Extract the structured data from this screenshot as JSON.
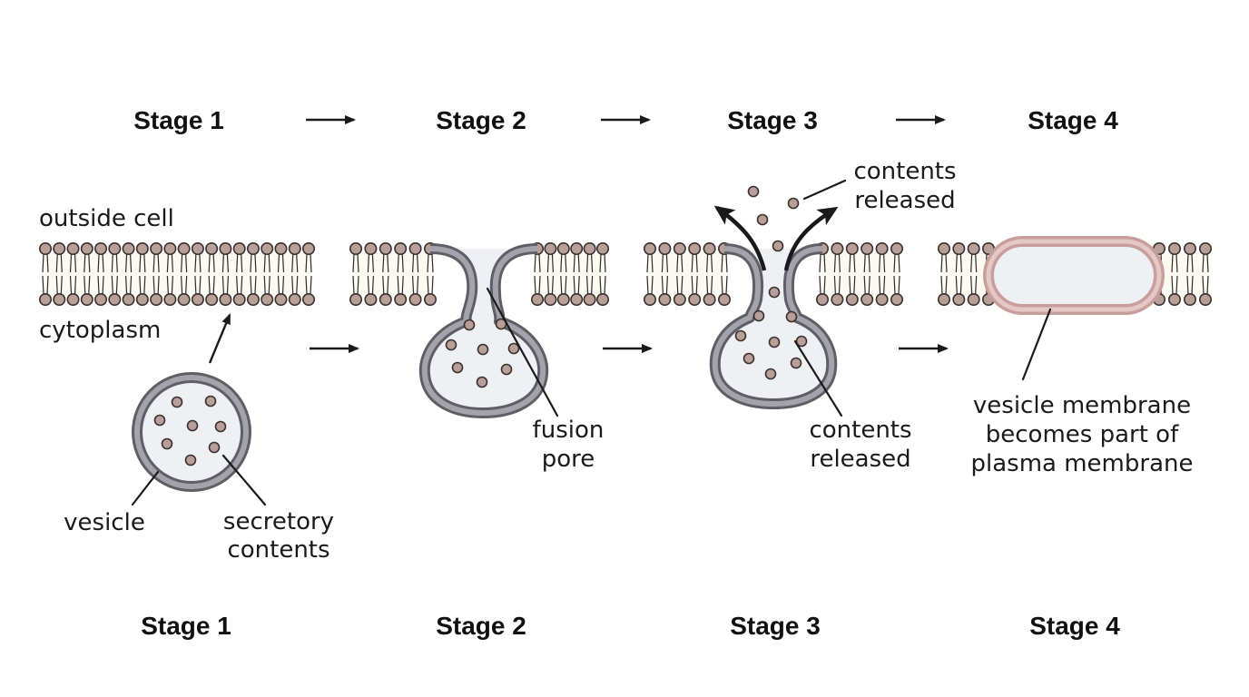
{
  "stages_top": [
    "Stage 1",
    "Stage 2",
    "Stage 3",
    "Stage 4"
  ],
  "stages_bottom": [
    "Stage 1",
    "Stage 2",
    "Stage 3",
    "Stage 4"
  ],
  "labels": {
    "outside_cell": "outside cell",
    "cytoplasm": "cytoplasm",
    "vesicle": "vesicle",
    "secretory_1": "secretory",
    "secretory_2": "contents",
    "fusion_1": "fusion",
    "fusion_2": "pore",
    "released_top_1": "contents",
    "released_top_2": "released",
    "released_mid_1": "contents",
    "released_mid_2": "released",
    "becomes_1": "vesicle membrane",
    "becomes_2": "becomes part of",
    "becomes_3": "plasma membrane"
  },
  "colors": {
    "lipid_head": "#b89f97",
    "membrane_core": "#fbf9f1",
    "vesicle_ring": "#5f5e66",
    "vesicle_fill": "#eef0f4",
    "fused_ring": "#d9b5b1",
    "text": "#1a1a1a"
  }
}
